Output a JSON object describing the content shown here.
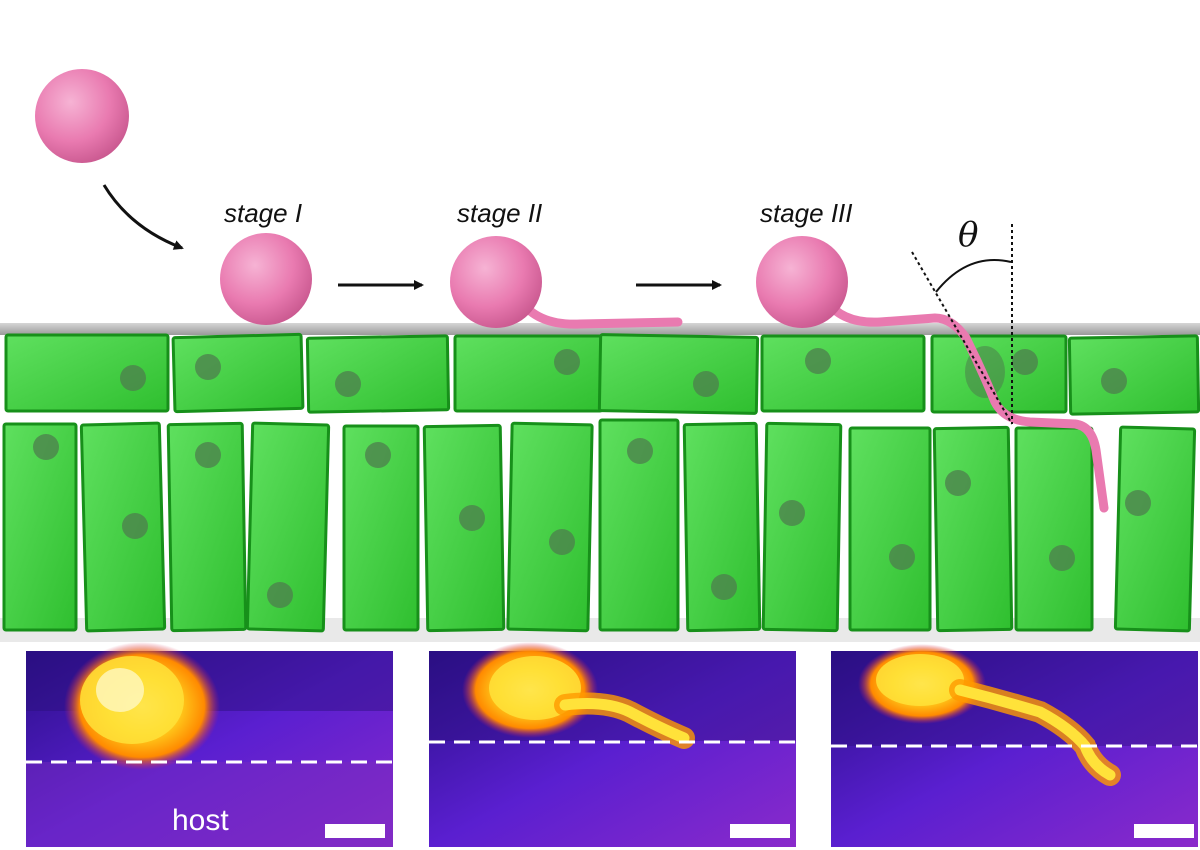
{
  "diagram": {
    "stages": [
      {
        "label": "stage I"
      },
      {
        "label": "stage II"
      },
      {
        "label": "stage III"
      }
    ],
    "angle_symbol": "θ",
    "host_label": "host",
    "colors": {
      "bacterium": "#e97ab0",
      "cell": "#2ec82e",
      "cell_edge": "#17901a",
      "nucleus": "#4d7d4d",
      "surface": "#b9b9b9",
      "arrow": "#111111",
      "heatmap_bg": "#5a1fd0",
      "heatmap_hot": "#ffe23a",
      "dashed_line": "#ffffff"
    },
    "icons": [
      "pink-sphere",
      "curved-arrow-icon",
      "right-arrow-icon",
      "scale-bar"
    ]
  }
}
